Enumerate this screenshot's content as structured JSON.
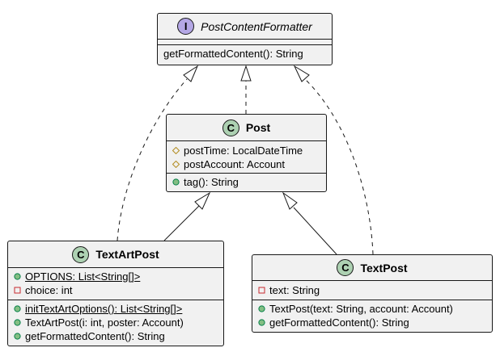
{
  "colors": {
    "class_fill": "#f1f1f1",
    "border": "#181818",
    "class_badge": "#add1b2",
    "interface_badge": "#b4a7e5",
    "public_marker": "#84be84",
    "private_marker": "#c82930",
    "protected_marker": "#b38d22"
  },
  "classes": {
    "post_content_formatter": {
      "stereotype_letter": "I",
      "stereotype_icon": "interface-icon",
      "name": "PostContentFormatter",
      "fields": [],
      "methods": [
        {
          "visibility": "none",
          "text": "getFormattedContent(): String",
          "static": false
        }
      ]
    },
    "post": {
      "stereotype_letter": "C",
      "stereotype_icon": "class-icon",
      "name": "Post",
      "fields": [
        {
          "visibility": "protected",
          "text": "postTime: LocalDateTime",
          "static": false
        },
        {
          "visibility": "protected",
          "text": "postAccount: Account",
          "static": false
        }
      ],
      "methods": [
        {
          "visibility": "public",
          "text": "tag(): String",
          "static": false
        }
      ]
    },
    "text_art_post": {
      "stereotype_letter": "C",
      "stereotype_icon": "class-icon",
      "name": "TextArtPost",
      "fields": [
        {
          "visibility": "public",
          "text": "OPTIONS: List<String[]>",
          "static": true
        },
        {
          "visibility": "private",
          "text": "choice: int",
          "static": false
        }
      ],
      "methods": [
        {
          "visibility": "public",
          "text": "initTextArtOptions(): List<String[]>",
          "static": true
        },
        {
          "visibility": "public",
          "text": "TextArtPost(i: int, poster: Account)",
          "static": false
        },
        {
          "visibility": "public",
          "text": "getFormattedContent(): String",
          "static": false
        }
      ]
    },
    "text_post": {
      "stereotype_letter": "C",
      "stereotype_icon": "class-icon",
      "name": "TextPost",
      "fields": [
        {
          "visibility": "private",
          "text": "text: String",
          "static": false
        }
      ],
      "methods": [
        {
          "visibility": "public",
          "text": "TextPost(text: String, account: Account)",
          "static": false
        },
        {
          "visibility": "public",
          "text": "getFormattedContent(): String",
          "static": false
        }
      ]
    }
  },
  "relations": [
    {
      "from": "Post",
      "to": "PostContentFormatter",
      "kind": "realization"
    },
    {
      "from": "TextArtPost",
      "to": "PostContentFormatter",
      "kind": "realization"
    },
    {
      "from": "TextPost",
      "to": "PostContentFormatter",
      "kind": "realization"
    },
    {
      "from": "TextArtPost",
      "to": "Post",
      "kind": "generalization"
    },
    {
      "from": "TextPost",
      "to": "Post",
      "kind": "generalization"
    }
  ]
}
